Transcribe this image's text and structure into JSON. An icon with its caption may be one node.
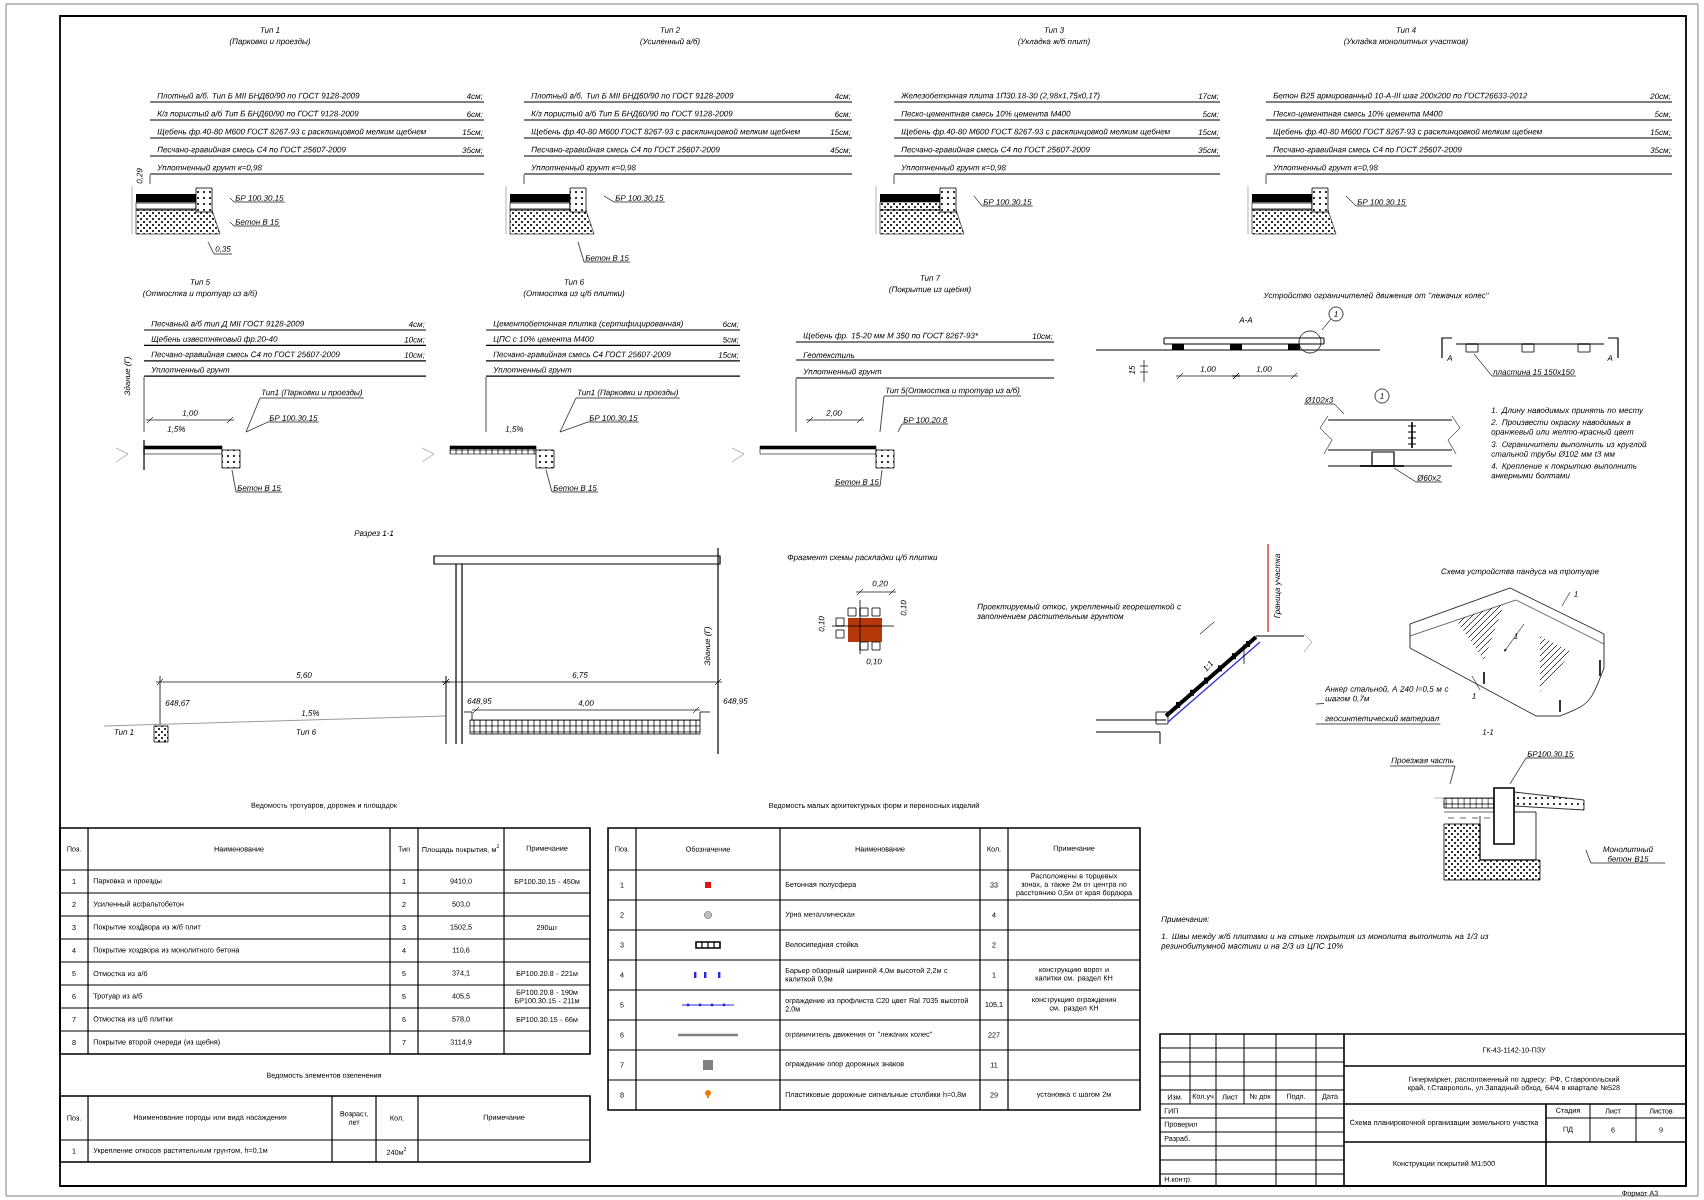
{
  "diagram": {
    "nodes": [
      {
        "text": [
          "Плотный а/б. Тип Б МII БНД60/90 по ГОСТ 9128-2009",
          "4см;",
          "К/з пористый а/б Тип Б БНД60/90 по ГОСТ 9128-2009",
          "6см;",
          "Щебень фр.40-80 М600 ГОСТ 8267-93 с расклинцовкой мелким щебнем",
          "15см;",
          "Песчано-гравийная смесь С4 по ГОСТ 25607-2009",
          "35см;",
          "Уплотненный грунт к=0,98"
        ]
      },
      {
        "text": [],
        "shape": "picture"
      },
      {
        "text": [
          "БР 100.30.15"
        ]
      },
      {
        "text": [
          "Бетон В 15"
        ]
      },
      {
        "text": [
          "0,35"
        ]
      },
      {
        "text": [
          "Плотный а/б. Тип Б МII БНД60/90 по ГОСТ 9128-2009",
          "4см;",
          "К/з пористый а/б Тип Б БНД60/90 по ГОСТ 9128-2009",
          "6см;",
          "Щебень фр.40-80 М600 ГОСТ 8267-93 с расклинцовкой мелким щебнем",
          "15см;",
          "Песчано-гравийная смесь С4 по ГОСТ 25607-2009",
          "45см;",
          "Уплотненный грунт к=0,98"
        ]
      },
      {
        "text": [],
        "shape": "picture"
      },
      {
        "text": [
          "БР 100.30.15"
        ]
      },
      {
        "text": [
          "Бетон В 15"
        ]
      },
      {
        "text": [
          "Железобетонная плита 1П30.18-30 (2,98х1,75х0,17)",
          "17см;",
          "Песко-цементная смесь 10% цемента М400",
          "5см;",
          "Щебень фр.40-80 М600 ГОСТ 8267-93 с расклинцовкой мелким щебнем",
          "15см;",
          "Песчано-гравийная смесь С4 по ГОСТ 25607-2009",
          "35см;",
          "Уплотненный грунт к=0,98"
        ]
      },
      {
        "text": [],
        "shape": "picture"
      },
      {
        "text": [
          "БР 100.30.15"
        ]
      },
      {
        "text": [
          "Бетон В25 армированный 10-А-III шаг 200х200 по ГОСТ26633-2012",
          "20см;",
          "Песко-цементная смесь 10% цемента М400",
          "5см;",
          "Щебень фр.40-80 М600 ГОСТ 8267-93 с расклинцовкой мелким щебнем",
          "15см;",
          "Песчано-гравийная смесь С4 по ГОСТ 25607-2009",
          "35см;",
          "Уплотненный грунт к=0,98"
        ]
      },
      {
        "text": [],
        "shape": "picture"
      },
      {
        "text": [
          "БР 100.30.15"
        ]
      },
      {
        "text": [
          "Песчаный а/б тип Д МII ГОСТ 9128-2009",
          "4см;",
          "Щебень известняковый фр.20-40",
          "10см;",
          "Песчано-гравийная смесь С4 по ГОСТ 25607-2009",
          "10см;",
          "Уплотненный грунт"
        ]
      },
      {
        "text": [],
        "shape": "picture"
      },
      {
        "text": [
          "Тип1 (Парковки и проезды)"
        ]
      },
      {
        "text": [
          "БР 100.30.15"
        ]
      },
      {
        "text": [
          "Бетон В 15"
        ]
      },
      {
        "text": [
          "Цементобетонная плитка (сертифицированная)",
          "6см;",
          "ЦПС с 10% цемента М400",
          "5см;",
          "Песчано-гравийная смесь С4 ГОСТ 25607-2009",
          "15см;",
          "Уплотненный грунт"
        ]
      },
      {
        "text": [],
        "shape": "picture"
      },
      {
        "text": [
          "Тип1 (Парковки и проезды)"
        ]
      },
      {
        "text": [
          "БР 100.30.15"
        ]
      },
      {
        "text": [
          "Бетон В 15"
        ]
      },
      {
        "text": [
          "Щебень фр. 15-20 мм М 350 по ГОСТ 8267-93*",
          "10см;",
          "Геотекстиль",
          "Уплотненный грунт"
        ]
      },
      {
        "text": [],
        "shape": "picture"
      },
      {
        "text": [
          "Тип 5(Отмостка и тротуар из а/б)"
        ]
      },
      {
        "text": [
          "БР 100.20.8"
        ]
      },
      {
        "text": [
          "Бетон В 15"
        ]
      },
      {
        "text": [],
        "shape": "picture"
      },
      {
        "text": [
          "1"
        ]
      },
      {
        "text": [],
        "shape": "picture"
      },
      {
        "text": [
          "пластина 15 150х150"
        ]
      },
      {
        "text": [],
        "shape": "picture"
      },
      {
        "text": [
          "Ø102х3"
        ]
      },
      {
        "text": [
          "Ø60х2"
        ]
      },
      {
        "text": [
          "Проектируемый откос, укрепленный георешеткой с заполнением растительным грунтом"
        ]
      },
      {
        "text": [],
        "shape": "picture"
      },
      {
        "text": [
          "Анкер стальной, А 240 l=0,5 м с шагом 0,7м"
        ]
      },
      {
        "text": [
          "геосинтетический материал"
        ]
      },
      {
        "text": [
          "БР100.30.15"
        ]
      },
      {
        "text": [
          "Проезжая часть"
        ]
      },
      {
        "text": [],
        "shape": "picture"
      },
      {
        "text": [
          "Монолитный бетон В15"
        ]
      }
    ],
    "edges": [
      {
        "from": 0,
        "to": 1,
        "arrow": "none"
      },
      {
        "from": 2,
        "to": 1,
        "arrow": "none"
      },
      {
        "from": 3,
        "to": 1,
        "arrow": "none"
      },
      {
        "from": 4,
        "to": 1,
        "arrow": "none"
      },
      {
        "from": 5,
        "to": 6,
        "arrow": "none"
      },
      {
        "from": 7,
        "to": 6,
        "arrow": "none"
      },
      {
        "from": 8,
        "to": 6,
        "arrow": "none"
      },
      {
        "from": 9,
        "to": 10,
        "arrow": "none"
      },
      {
        "from": 11,
        "to": 10,
        "arrow": "none"
      },
      {
        "from": 12,
        "to": 13,
        "arrow": "none"
      },
      {
        "from": 14,
        "to": 13,
        "arrow": "none"
      },
      {
        "from": 15,
        "to": 16,
        "arrow": "none"
      },
      {
        "from": 17,
        "to": 16,
        "arrow": "none"
      },
      {
        "from": 18,
        "to": 16,
        "arrow": "none"
      },
      {
        "from": 19,
        "to": 16,
        "arrow": "none"
      },
      {
        "from": 20,
        "to": 21,
        "arrow": "none"
      },
      {
        "from": 22,
        "to": 21,
        "arrow": "none"
      },
      {
        "from": 23,
        "to": 21,
        "arrow": "none"
      },
      {
        "from": 24,
        "to": 21,
        "arrow": "none"
      },
      {
        "from": 25,
        "to": 26,
        "arrow": "none"
      },
      {
        "from": 27,
        "to": 26,
        "arrow": "none"
      },
      {
        "from": 28,
        "to": 26,
        "arrow": "none"
      },
      {
        "from": 29,
        "to": 26,
        "arrow": "none"
      },
      {
        "from": 31,
        "to": 30,
        "arrow": "none"
      },
      {
        "from": 33,
        "to": 32,
        "arrow": "none"
      },
      {
        "from": 35,
        "to": 34,
        "arrow": "none"
      },
      {
        "from": 36,
        "to": 34,
        "arrow": "none"
      },
      {
        "from": 37,
        "to": 38,
        "arrow": "none"
      },
      {
        "from": 39,
        "to": 38,
        "arrow": "none"
      },
      {
        "from": 40,
        "to": 38,
        "arrow": "none"
      },
      {
        "from": 41,
        "to": 43,
        "arrow": "none"
      },
      {
        "from": 42,
        "to": 43,
        "arrow": "none"
      },
      {
        "from": 44,
        "to": 43,
        "arrow": "none"
      }
    ],
    "labels": [
      "Тип 1",
      "(Парковки и проезды)",
      "0,29",
      "Тип 2",
      "(Усиленный а/б)",
      "Тип 3",
      "(Укладка ж/б плит)",
      "Тип 4",
      "(Укладка монолитных участков)",
      "Тип 5",
      "(Отмостка и тротуар из а/б)",
      "Здание (Г)",
      "1,00",
      "1,5%",
      "Тип 6",
      "(Отмостка из ц/б плитки)",
      "1,5%",
      "Тип 7",
      "(Покрытие из щебня)",
      "2,00",
      "Устройство ограничителей движения от \"лежачих колес\"",
      "А-А",
      "15",
      "1,00",
      "1,00",
      "А",
      "А",
      "1",
      "1. Длину наводимых принять по месту",
      "2. Произвести окраску наводимых в оранжевый или желто-красный цвет",
      "3. Ограничители выполнить из круглой стальной трубы Ø102 мм t3 мм",
      "4. Крепление к покрытию выполнить анкерными болтами",
      "Разрез 1-1",
      "Здание (Г)",
      "5,60",
      "6,75",
      "648,67",
      "1,5%",
      "648,95",
      "4,00",
      "648,95",
      "Тип 1",
      "Тип 6",
      "Фрагмент схемы раскладки ц/б плитки",
      "0,20",
      "0,10",
      "0,10",
      "0,10",
      "Граница участка",
      "1:1",
      "Схема устройства пандуса на тротуаре",
      "1",
      "1",
      "1",
      "1-1",
      "Примечания:",
      "1. Швы между ж/б плитами и на стыке покрытия из монолита выполнить на 1/3 из резинобитумной мастики и на 2/3 из ЦПС 10%",
      "Ведомость тротуаров, дорожек и площадок",
      "Поз.",
      "Наименование",
      "Тип",
      "Площадь покрытия, м$^{2}$",
      "Примечание",
      "1",
      "Парковка и проезды",
      "1",
      "9410,0",
      "БР100.30.15 - 450м",
      "2",
      "Усиленный асфальтобетон",
      "2",
      "503,0",
      "3",
      "Покрытие хозДвора из ж/б плит",
      "3",
      "1502,5",
      "290шт",
      "4",
      "Покрытие хоздвора из монолитного бетона",
      "4",
      "110,6",
      "5",
      "Отмостка из а/б",
      "5",
      "374,1",
      "БР100.20.8 - 221м",
      "6",
      "Тротуар из а/б",
      "5",
      "405,5",
      "БР100.20.8 - 190м БР100.30.15 - 211м",
      "7",
      "Отмостка из ц/б плитки",
      "6",
      "578,0",
      "БР100.30.15 - 66м",
      "8",
      "Покрытие второй очереди (из щебня)",
      "7",
      "3114,9",
      "Ведомость малых архитектурных форм и переносных изделий",
      "Поз.",
      "Обозначение",
      "Наименование",
      "Кол.",
      "Примечание",
      "1",
      "Бетонная полусфера",
      "33",
      "Расположены в торцевых зонах, а также 2м от центра по расстоянию 0,5м от края бордюра",
      "2",
      "Урна металлическая",
      "4",
      "3",
      "Велосипедная стойка",
      "2",
      "4",
      "Барьер обзорный шириной 4,0м высотой 2,2м с калиткой 0,9м",
      "1",
      "конструкцию ворот и калитки см. раздел КН",
      "5",
      "ограждение из профлиста С20 цвет Ral 7035 высотой 2,0м",
      "105,1",
      "конструкцию ограждения см. раздел КН",
      "6",
      "ограничитель движения от \"лежачих колес\"",
      "227",
      "7",
      "ограждение опор дорожных знаков",
      "11",
      "8",
      "Пластиковые дорожные сигнальные столбики h=0,8м",
      "29",
      "установка с шагом 2м",
      "Ведомость элементов озеленения",
      "Поз.",
      "Наименование породы или вида насаждения",
      "Возраст, лет",
      "Кол.",
      "Примечание",
      "1",
      "Укрепление откосов растительным грунтом, h=0,1м",
      "240м$^{2}$",
      "ГК-43-1142-10-ПЗУ",
      "Гипермаркет, расположенный по адресу: РФ, Ставропольский край, г.Ставрополь, ул.Западный обход, 64/4 в квартале №528",
      "Изм.",
      "Кол.уч",
      "Лист",
      "№ док",
      "Подп.",
      "Дата",
      "ГИП",
      "Проверил",
      "Разраб.",
      "Н.контр.",
      "Схема планировочной организации земельного участка",
      "Стадия",
      "Лист",
      "Листов",
      "ПД",
      "6",
      "9",
      "Конструкции покрытий М1:500",
      "Формат А3"
    ]
  }
}
